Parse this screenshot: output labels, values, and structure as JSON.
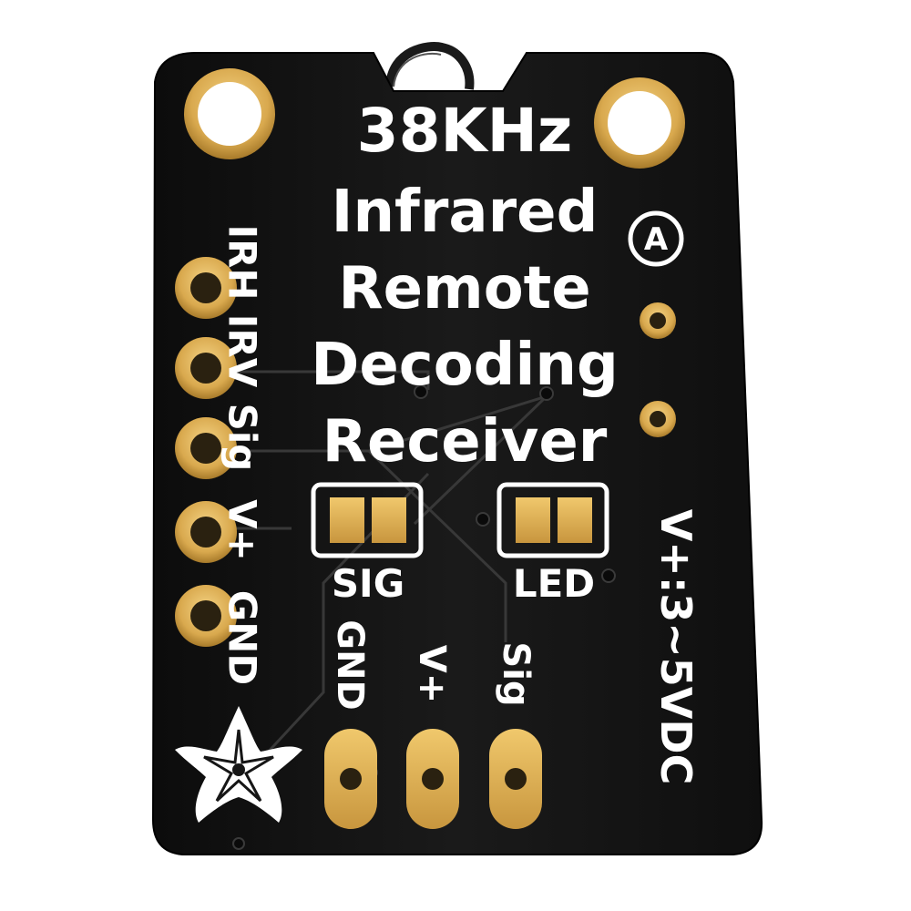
{
  "title_lines": [
    "38KHz",
    "Infrared",
    "Remote",
    "Decoding",
    "Receiver"
  ],
  "left_pins": [
    "IRH",
    "IRV",
    "Sig",
    "V+",
    "GND"
  ],
  "bottom_pins": [
    "GND",
    "V+",
    "Sig"
  ],
  "jumpers": [
    "SIG",
    "LED"
  ],
  "voltage": "V+:3~5VDC",
  "logo_glyph": "A",
  "colors": {
    "pcb": "#161616",
    "silkscreen": "#ffffff",
    "gold": "#e3b65c",
    "pad_hole": "#2a2110",
    "trace": "#3a3a3a"
  }
}
